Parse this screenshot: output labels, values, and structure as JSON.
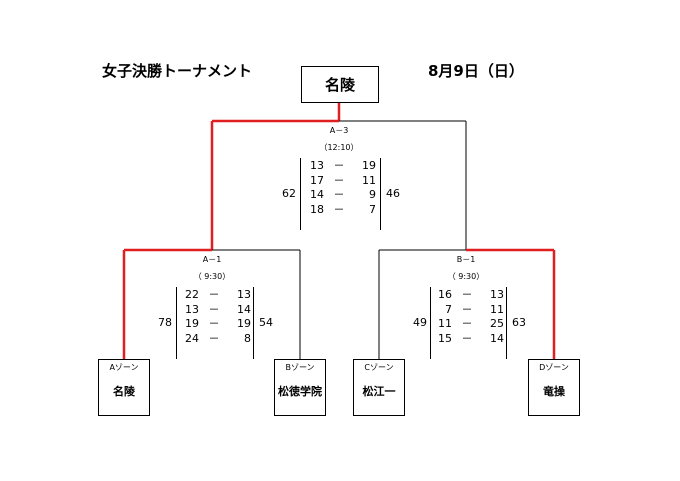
{
  "header": {
    "title": "女子決勝トーナメント",
    "date": "8月9日（日）"
  },
  "champion": "名陵",
  "final": {
    "label": "A－3",
    "time": "（12:10）",
    "left_total": "62",
    "right_total": "46",
    "quarters": [
      {
        "left": "13",
        "dash": "－",
        "right": "19"
      },
      {
        "left": "17",
        "dash": "－",
        "right": "11"
      },
      {
        "left": "14",
        "dash": "－",
        "right": "9"
      },
      {
        "left": "18",
        "dash": "－",
        "right": "7"
      }
    ]
  },
  "semi_a": {
    "label": "A－1",
    "time": "（ 9:30）",
    "left_total": "78",
    "right_total": "54",
    "quarters": [
      {
        "left": "22",
        "dash": "－",
        "right": "13"
      },
      {
        "left": "13",
        "dash": "－",
        "right": "14"
      },
      {
        "left": "19",
        "dash": "－",
        "right": "19"
      },
      {
        "left": "24",
        "dash": "－",
        "right": "8"
      }
    ]
  },
  "semi_b": {
    "label": "B－1",
    "time": "（ 9:30）",
    "left_total": "49",
    "right_total": "63",
    "quarters": [
      {
        "left": "16",
        "dash": "－",
        "right": "13"
      },
      {
        "left": "7",
        "dash": "－",
        "right": "11"
      },
      {
        "left": "11",
        "dash": "－",
        "right": "25"
      },
      {
        "left": "15",
        "dash": "－",
        "right": "14"
      }
    ]
  },
  "teams": [
    {
      "zone": "Aゾーン",
      "name": "名陵"
    },
    {
      "zone": "Bゾーン",
      "name": "松徳学院"
    },
    {
      "zone": "Cゾーン",
      "name": "松江一"
    },
    {
      "zone": "Dゾーン",
      "name": "竜操"
    }
  ],
  "colors": {
    "winner_line": "#e02020",
    "line": "#000000"
  }
}
